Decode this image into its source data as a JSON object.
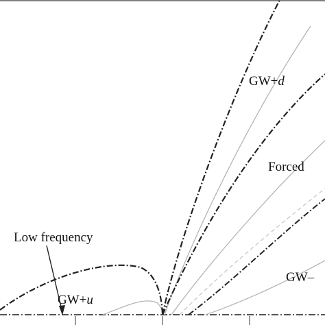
{
  "labels": {
    "gw_plus_d_prefix": "GW+",
    "gw_plus_d_suffix": "d",
    "forced": "Forced",
    "gw_minus": "GW–",
    "low_frequency": "Low frequency",
    "gw_plus_u_prefix": "GW+",
    "gw_plus_u_suffix": "u"
  },
  "colors": {
    "curve": "#222222",
    "light_curve": "#b4b4b4",
    "dashed_light": "#c4c4c4",
    "axis": "#555555"
  }
}
